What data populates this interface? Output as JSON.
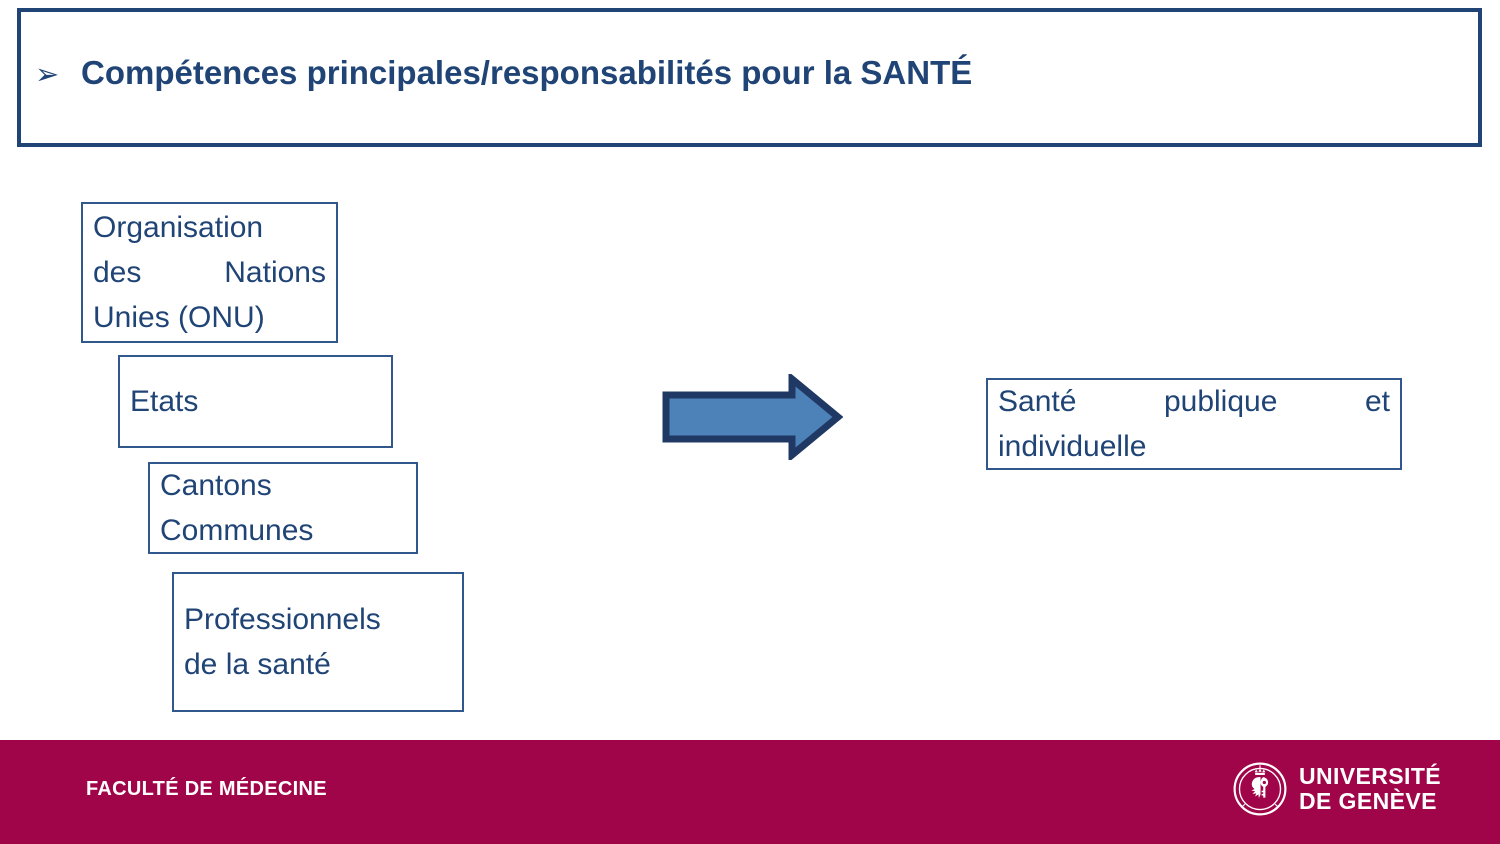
{
  "slide": {
    "title": {
      "bullet": "➢",
      "text": "Compétences principales/responsabilités pour la SANTÉ"
    },
    "diagram": {
      "left_boxes": [
        {
          "name": "onu",
          "lines": [
            "Organisation",
            "des     Nations",
            "Unies (ONU)"
          ],
          "justified": true
        },
        {
          "name": "etats",
          "lines": [
            "Etats"
          ],
          "justified": false
        },
        {
          "name": "cantons-communes",
          "lines": [
            "Cantons",
            "Communes"
          ],
          "justified": false
        },
        {
          "name": "professionnels",
          "lines": [
            "Professionnels",
            "de la santé"
          ],
          "justified": false
        }
      ],
      "arrow": {
        "label": "right-arrow",
        "fill_color": "#4D82B8",
        "stroke_color": "#1F3864"
      },
      "right_box": {
        "name": "sante",
        "lines": [
          "Santé     publique     et",
          "individuelle"
        ],
        "justified": true
      }
    },
    "footer": {
      "faculty": "FACULTÉ DE MÉDECINE",
      "logo": {
        "line1": "UNIVERSITÉ",
        "line2": "DE GENÈVE",
        "seal_alt": "unige-seal"
      },
      "background_color": "#A10549"
    },
    "colors": {
      "title_navy": "#1F4475",
      "box_border": "#31588C",
      "text_navy": "#1F4475",
      "footer_magenta": "#A10549",
      "arrow_blue": "#4D82B8"
    }
  }
}
